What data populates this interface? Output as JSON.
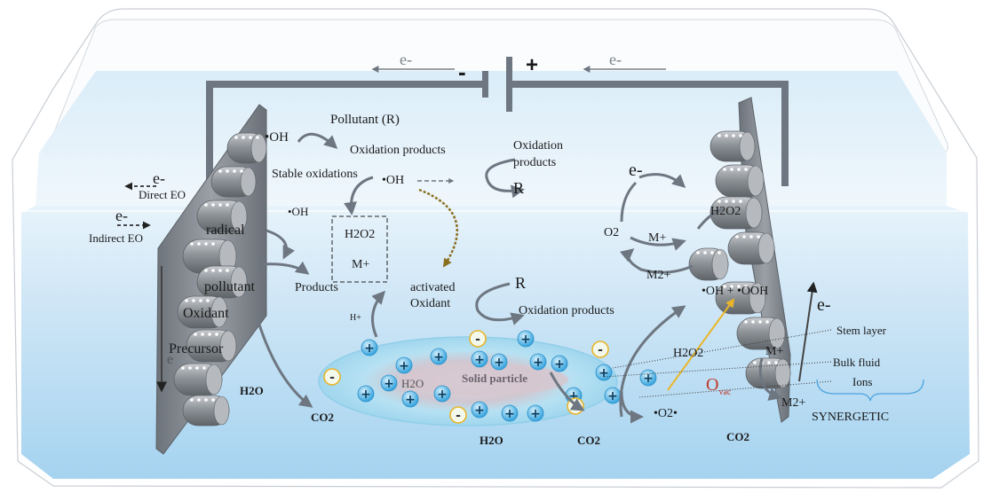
{
  "battery": {
    "minus": "-",
    "plus": "+"
  },
  "electrons": {
    "e_top_left": "e-",
    "e_top_right": "e-",
    "e_direct": "e-",
    "e_indirect": "e-",
    "e_right_upper": "e-",
    "e_right_lower": "e-",
    "e_left_plate": "e"
  },
  "left_side": {
    "direct_eo": "Direct EO",
    "indirect_eo": "Indirect EO",
    "oh_top": "•OH",
    "oh_mid": "•OH",
    "pollutant_r": "Pollutant (R)",
    "oxidation_products": "Oxidation products",
    "stable_oxidations": "Stable oxidations",
    "oh_center": "•OH",
    "radical": "radical",
    "pollutant": "pollutant",
    "oxidant": "Oxidant",
    "precursor": "Precursor",
    "products": "Products",
    "h2o": "H2O",
    "co2": "CO2",
    "h_plus": "H+"
  },
  "box": {
    "h2o2": "H2O2",
    "m_plus": "M+"
  },
  "center": {
    "oxidation_products_top": "Oxidation",
    "oxidation_products_top2": "products",
    "r_top": "R",
    "activated": "activated",
    "oxidant": "Oxidant",
    "r_mid": "R",
    "oxidation_products_mid": "Oxidation products",
    "solid_particle": "Solid particle",
    "h2o_particle": "H2O",
    "h2o_bottom": "H2O",
    "co2_bottom": "CO2"
  },
  "right_side": {
    "h2o2_top": "H2O2",
    "o2": "O2",
    "m_plus": "M+",
    "m2_plus": "M2+",
    "oh_ooh": "•OH + •OOH",
    "h2o2_mid": "H2O2",
    "m_plus_low": "M+",
    "o_vac": "O",
    "o_vac_sub": "vac",
    "o2_radical": "•O2•",
    "m2_plus_low": "M2+",
    "co2": "CO2",
    "stem_layer": "Stem layer",
    "bulk_fluid": "Bulk fluid",
    "ions": "Ions",
    "synergetic": "SYNERGETIC"
  },
  "colors": {
    "wire": "#6e7781",
    "water_top": "#cfe6f7",
    "water_bottom": "#9ed0f0",
    "particle": "#bfe6f5",
    "o_vac": "#c0392b",
    "yellow_arrow": "#e9b62a",
    "ion_blue": "#3da8e0",
    "minus_ring": "#e8b52a"
  }
}
